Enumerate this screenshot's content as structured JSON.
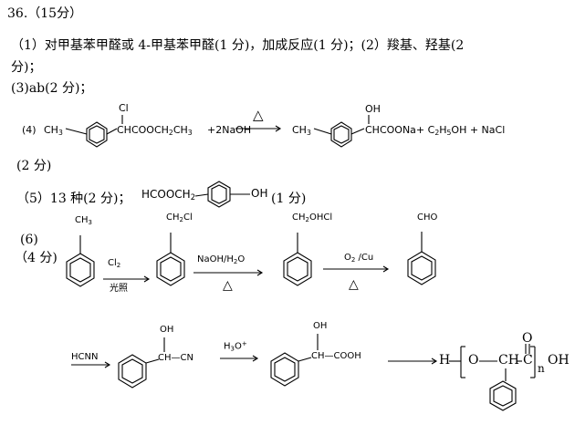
{
  "header": {
    "number": "36.",
    "points": "（15分）"
  },
  "part1": {
    "line1": "（1）对甲基苯甲醛或 4-甲基苯甲醛(1 分)，加成反应(1 分)；(2）羧基、羟基(2",
    "line2": "分)；"
  },
  "part3": {
    "text": "(3)ab(2 分)；"
  },
  "part4": {
    "label": "(4)",
    "ch3_left": "CH",
    "ch3_sub": "3",
    "cl_sub": "Cl",
    "reactant_chain": "CHCOOCH",
    "reactant_chain_sub": "2",
    "reactant_chain_end": "CH",
    "reactant_chain_end_sub": "3",
    "naoh": "+2NaOH",
    "heat": "△",
    "product_ch3": "CH",
    "product_ch3_sub": "3",
    "oh_sub": "OH",
    "product_chain": "CHCOONa+ C",
    "product_c2": "2",
    "product_h": "H",
    "product_h5": "5",
    "product_end": "OH + NaCl",
    "points": "(2 分)"
  },
  "part5": {
    "text": "（5）13 种(2 分)；",
    "formula_start": "HCOOCH",
    "formula_sub": "2",
    "formula_oh": "OH",
    "points": "(1 分)"
  },
  "part6": {
    "label": "(6)",
    "points": "（4 分)",
    "ch3": "CH",
    "ch3_sub": "3",
    "cl2": "Cl",
    "cl2_sub": "2",
    "light": "光照",
    "ch2cl": "CH",
    "ch2cl_sub": "2",
    "ch2cl_end": "Cl",
    "naoh_h2o": "NaOH/H",
    "naoh_h2o_sub": "2",
    "naoh_h2o_end": "O",
    "heat1": "△",
    "ch2ohcl": "CH",
    "ch2ohcl_sub": "2",
    "ch2ohcl_end": "OHCl",
    "o2cu": "O",
    "o2cu_sub": "2",
    "o2cu_end": " /Cu",
    "heat2": "△",
    "cho": "CHO",
    "hcnn": "HCNN",
    "oh1": "OH",
    "ch_cn": "CH—CN",
    "h3o": "H",
    "h3o_sub": "3",
    "h3o_end": "O",
    "h3o_sup": "+",
    "oh2": "OH",
    "ch_cooh": "CH—COOH",
    "poly_h": "H",
    "poly_o": "O",
    "poly_ch": "CH",
    "poly_c": "C",
    "poly_carbonyl_o": "O",
    "poly_n": "n",
    "poly_oh": "OH"
  }
}
